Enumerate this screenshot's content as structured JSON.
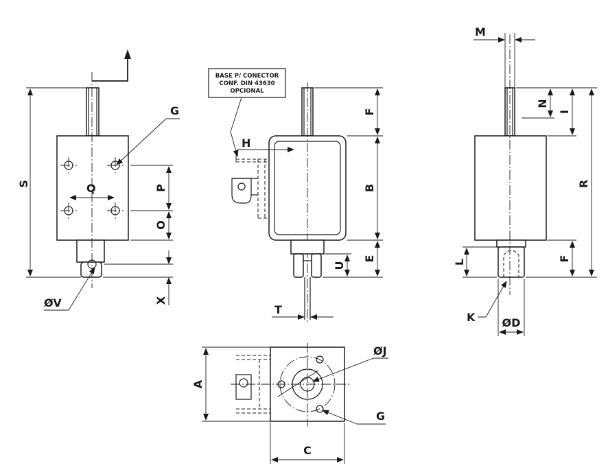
{
  "note": {
    "lines": [
      "BASE P/ CONECTOR",
      "CONF. DIN 43630",
      "OPCIONAL"
    ]
  },
  "labels": {
    "S": "S",
    "G": "G",
    "Q": "Q",
    "P": "P",
    "O": "O",
    "X": "X",
    "V": "ØV",
    "H": "H",
    "F": "F",
    "B": "B",
    "E": "E",
    "U": "U",
    "T": "T",
    "M": "M",
    "N": "N",
    "I": "I",
    "R": "R",
    "L": "L",
    "K": "K",
    "D": "ØD",
    "A": "A",
    "J": "ØJ",
    "C": "C"
  }
}
